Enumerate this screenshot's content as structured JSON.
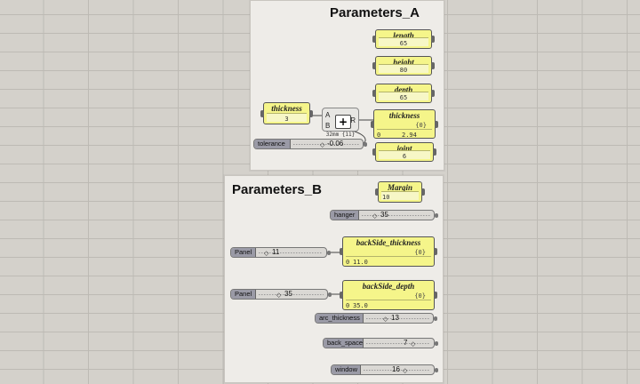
{
  "groups": {
    "a": {
      "title": "Parameters_A"
    },
    "b": {
      "title": "Parameters_B"
    }
  },
  "params_a": {
    "length": {
      "name": "length",
      "value": "65"
    },
    "height": {
      "name": "height",
      "value": "80"
    },
    "depth": {
      "name": "depth",
      "value": "65"
    },
    "thickness_in": {
      "name": "thickness",
      "value": "3"
    },
    "thickness_out": {
      "name": "thickness",
      "header": "{0}",
      "index": "0",
      "value": "2.94"
    },
    "joint": {
      "name": "joint",
      "value": "6"
    }
  },
  "add_component": {
    "in_a": "A",
    "in_b": "B",
    "out": "R",
    "operator": "+",
    "footer": "32mm {11}"
  },
  "sliders_a": {
    "tolerance": {
      "label": "tolerance",
      "value": "-0.06"
    }
  },
  "params_b": {
    "margin": {
      "name": "Margin",
      "value": "10"
    },
    "backside_thickness": {
      "name": "backSide_thickness",
      "header": "{0}",
      "index": "0",
      "value": "11.0"
    },
    "backside_depth": {
      "name": "backSide_depth",
      "header": "{0}",
      "index": "0",
      "value": "35.0"
    }
  },
  "sliders_b": {
    "hanger": {
      "label": "hanger",
      "value": "35"
    },
    "panel_1": {
      "label": "Panel",
      "value": "11"
    },
    "panel_2": {
      "label": "Panel",
      "value": "35"
    },
    "arc_thickness": {
      "label": "arc_thickness",
      "value": "13"
    },
    "back_space": {
      "label": "back_space",
      "value": "7"
    },
    "window": {
      "label": "window",
      "value": "16"
    }
  },
  "colors": {
    "canvas": "#d4d1cb",
    "group": "#eeece8",
    "param_fill": "#f5f58a",
    "slider_label": "#9a9aa6"
  }
}
